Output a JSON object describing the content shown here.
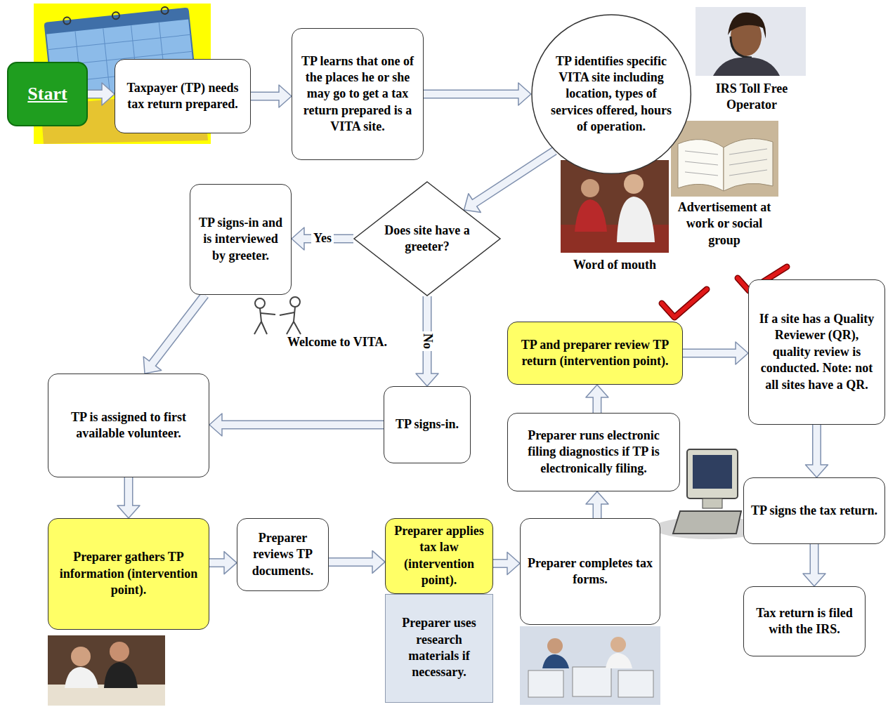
{
  "diagram": {
    "nodes": [
      {
        "text": [
          "Start"
        ]
      },
      {
        "text": [
          "Taxpayer (TP) needs tax return prepared."
        ]
      },
      {
        "text": [
          "TP learns that one of the places he or she may go to get a tax return prepared is a VITA site."
        ]
      },
      {
        "text": [
          "TP identifies specific VITA site including location, types of services offered, hours of operation."
        ]
      },
      {
        "text": [
          "Does site have a greeter?"
        ]
      },
      {
        "text": [
          "TP signs-in and is interviewed by greeter."
        ]
      },
      {
        "text": [
          "TP signs-in."
        ]
      },
      {
        "text": [
          "TP is assigned to first available volunteer."
        ]
      },
      {
        "text": [
          "Preparer gathers TP information (intervention point)."
        ]
      },
      {
        "text": [
          "Preparer reviews TP documents."
        ]
      },
      {
        "text": [
          "Preparer applies tax law (intervention point)."
        ]
      },
      {
        "text": [
          "Preparer uses research materials if necessary."
        ]
      },
      {
        "text": [
          "Preparer completes tax forms."
        ]
      },
      {
        "text": [
          "Preparer runs electronic filing diagnostics if TP is electronically filing."
        ]
      },
      {
        "text": [
          "TP and preparer review TP return (intervention point)."
        ]
      },
      {
        "text": [
          "If a site has a Quality Reviewer (QR), quality review is conducted. Note: not all sites have a QR."
        ]
      },
      {
        "text": [
          "TP signs the tax return."
        ]
      },
      {
        "text": [
          "Tax return is filed with the IRS."
        ]
      }
    ],
    "edges": [
      {
        "from": 0,
        "to": 1,
        "arrow": "to"
      },
      {
        "from": 1,
        "to": 2,
        "arrow": "to"
      },
      {
        "from": 2,
        "to": 3,
        "arrow": "to"
      },
      {
        "from": 3,
        "to": 4,
        "arrow": "to"
      },
      {
        "from": 4,
        "to": 5,
        "label": "Yes",
        "arrow": "to"
      },
      {
        "from": 4,
        "to": 6,
        "label": "No",
        "arrow": "to"
      },
      {
        "from": 5,
        "to": 7,
        "arrow": "to"
      },
      {
        "from": 6,
        "to": 7,
        "arrow": "to"
      },
      {
        "from": 7,
        "to": 8,
        "arrow": "to"
      },
      {
        "from": 8,
        "to": 9,
        "arrow": "to"
      },
      {
        "from": 9,
        "to": 10,
        "arrow": "to"
      },
      {
        "from": 10,
        "to": 12,
        "arrow": "to"
      },
      {
        "from": 12,
        "to": 13,
        "arrow": "to"
      },
      {
        "from": 13,
        "to": 14,
        "arrow": "to"
      },
      {
        "from": 14,
        "to": 15,
        "arrow": "to"
      },
      {
        "from": 15,
        "to": 16,
        "arrow": "to"
      },
      {
        "from": 16,
        "to": 17,
        "arrow": "to"
      }
    ],
    "labels": [
      "IRS Toll Free Operator",
      "Advertisement at work or social group",
      "Word of mouth",
      "Welcome to VITA."
    ]
  }
}
